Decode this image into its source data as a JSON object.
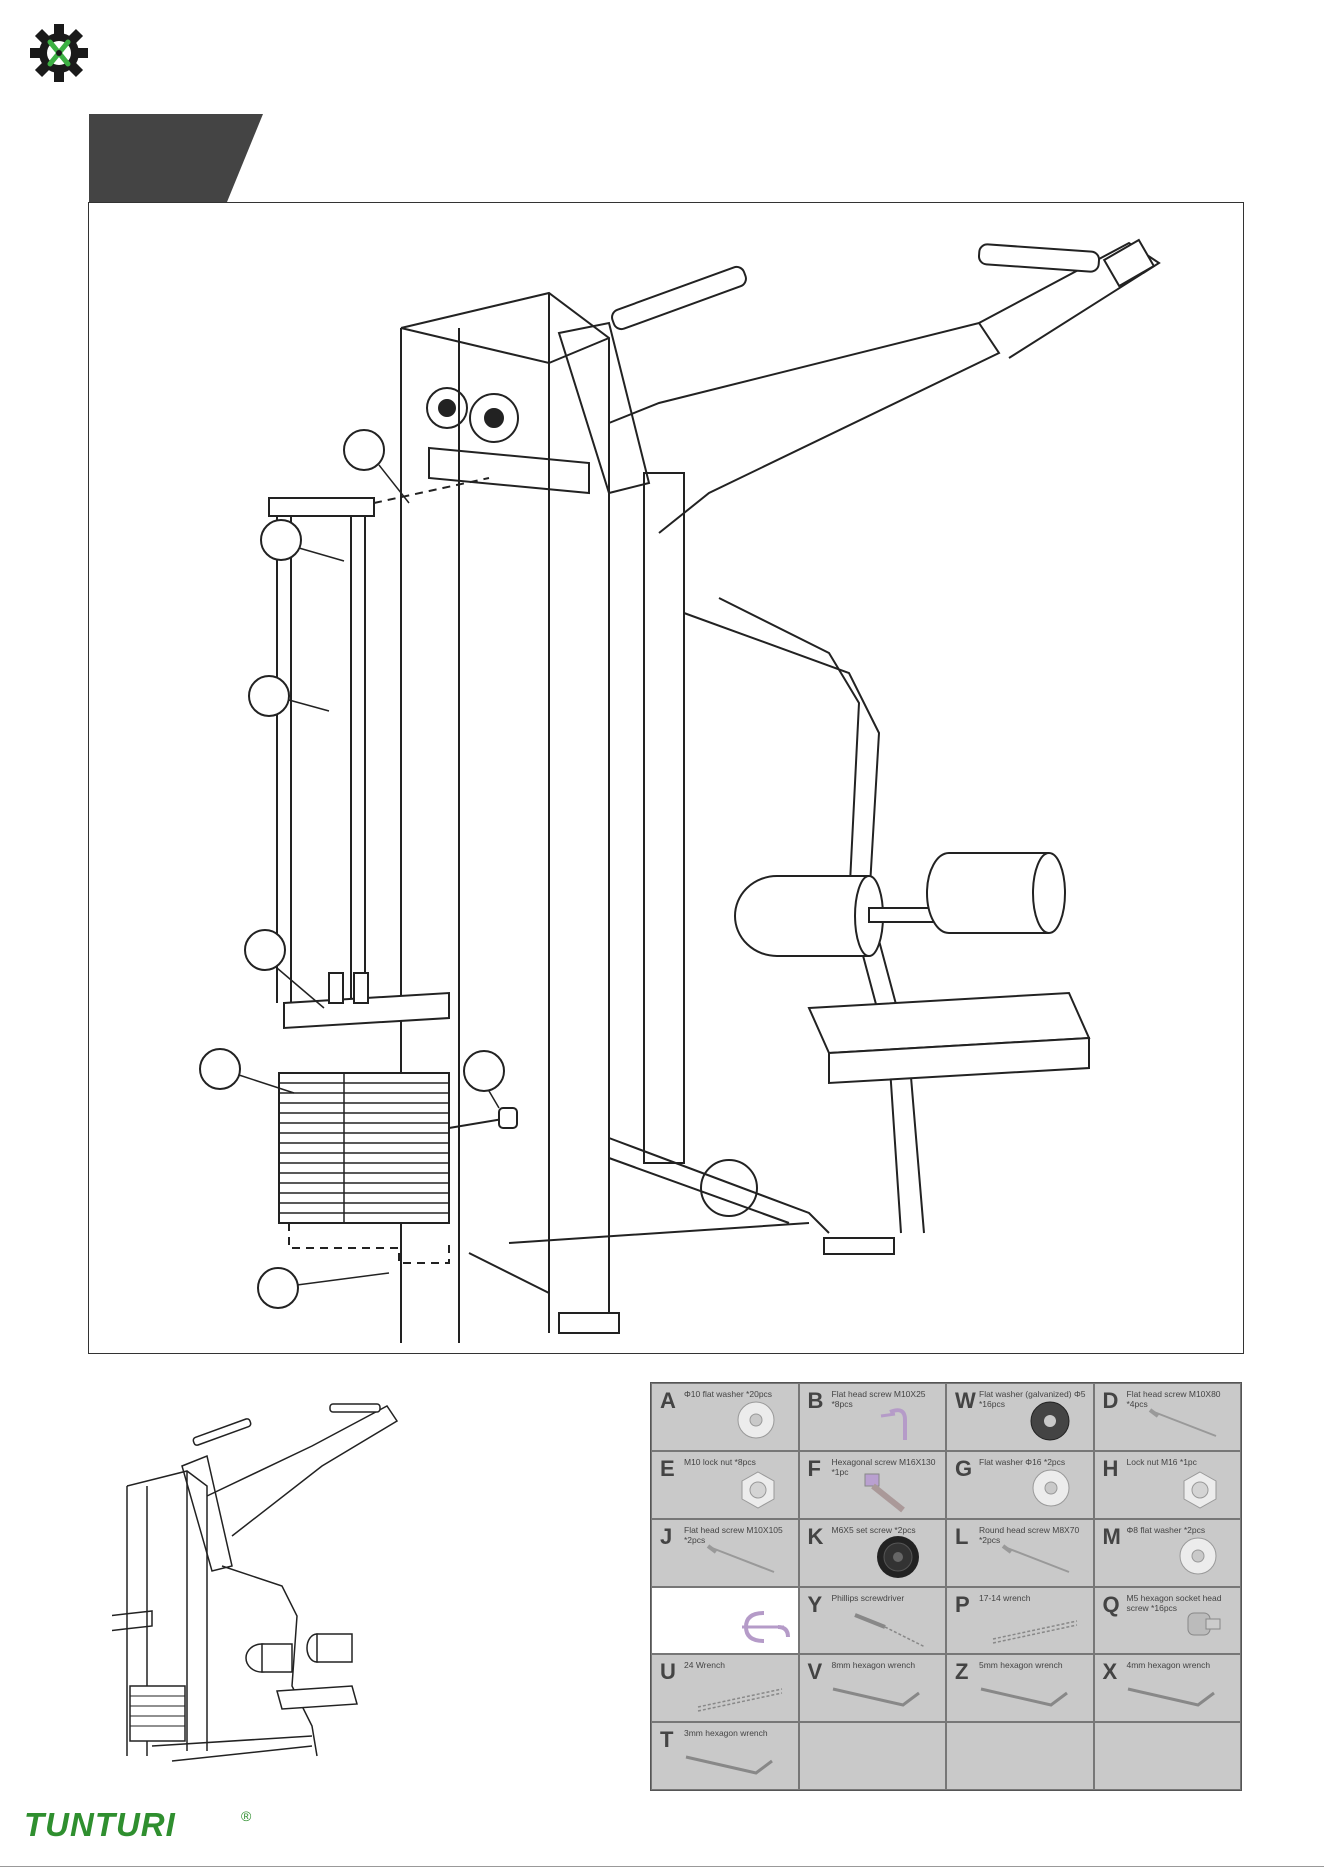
{
  "brand": {
    "name": "TUNTURI",
    "reg": "®"
  },
  "colors": {
    "brand_green": "#2f8f2f",
    "cell_gray": "#c9c9c9",
    "tab_dark": "#444444"
  },
  "parts": [
    {
      "letter": "A",
      "desc": "Φ10 flat washer *20pcs",
      "icon": "washer-icon"
    },
    {
      "letter": "B",
      "desc": "Flat head screw M10X25 *8pcs",
      "icon": "hook-screw-icon"
    },
    {
      "letter": "W",
      "desc": "Flat washer (galvanized) Φ5 *16pcs",
      "icon": "dark-washer-icon"
    },
    {
      "letter": "D",
      "desc": "Flat head screw M10X80 *4pcs",
      "icon": "long-screw-icon"
    },
    {
      "letter": "E",
      "desc": "M10 lock nut *8pcs",
      "icon": "nut-icon"
    },
    {
      "letter": "F",
      "desc": "Hexagonal screw M16X130 *1pc",
      "icon": "bolt-icon"
    },
    {
      "letter": "G",
      "desc": "Flat washer Φ16 *2pcs",
      "icon": "washer-icon"
    },
    {
      "letter": "H",
      "desc": "Lock nut M16 *1pc",
      "icon": "nut-icon"
    },
    {
      "letter": "J",
      "desc": "Flat head screw M10X105 *2pcs",
      "icon": "long-screw-icon"
    },
    {
      "letter": "K",
      "desc": "M6X5 set screw *2pcs",
      "icon": "set-screw-icon"
    },
    {
      "letter": "L",
      "desc": "Round head screw M8X70 *2pcs",
      "icon": "long-screw-icon"
    },
    {
      "letter": "M",
      "desc": "Φ8 flat washer *2pcs",
      "icon": "washer-icon"
    },
    {
      "letter": "",
      "desc": "",
      "icon": "clip-icon",
      "white": true
    },
    {
      "letter": "Y",
      "desc": "Phillips screwdriver",
      "icon": "screwdriver-icon"
    },
    {
      "letter": "P",
      "desc": "17-14 wrench",
      "icon": "wrench-icon"
    },
    {
      "letter": "Q",
      "desc": "M5 hexagon socket head screw *16pcs",
      "icon": "socket-screw-icon"
    },
    {
      "letter": "U",
      "desc": "24 Wrench",
      "icon": "wrench-icon"
    },
    {
      "letter": "V",
      "desc": "8mm hexagon wrench",
      "icon": "hex-key-icon"
    },
    {
      "letter": "Z",
      "desc": "5mm hexagon wrench",
      "icon": "hex-key-icon"
    },
    {
      "letter": "X",
      "desc": "4mm hexagon wrench",
      "icon": "hex-key-icon"
    },
    {
      "letter": "T",
      "desc": "3mm hexagon wrench",
      "icon": "hex-key-icon"
    },
    {
      "letter": "",
      "desc": "",
      "icon": ""
    },
    {
      "letter": "",
      "desc": "",
      "icon": ""
    },
    {
      "letter": "",
      "desc": "",
      "icon": ""
    }
  ]
}
